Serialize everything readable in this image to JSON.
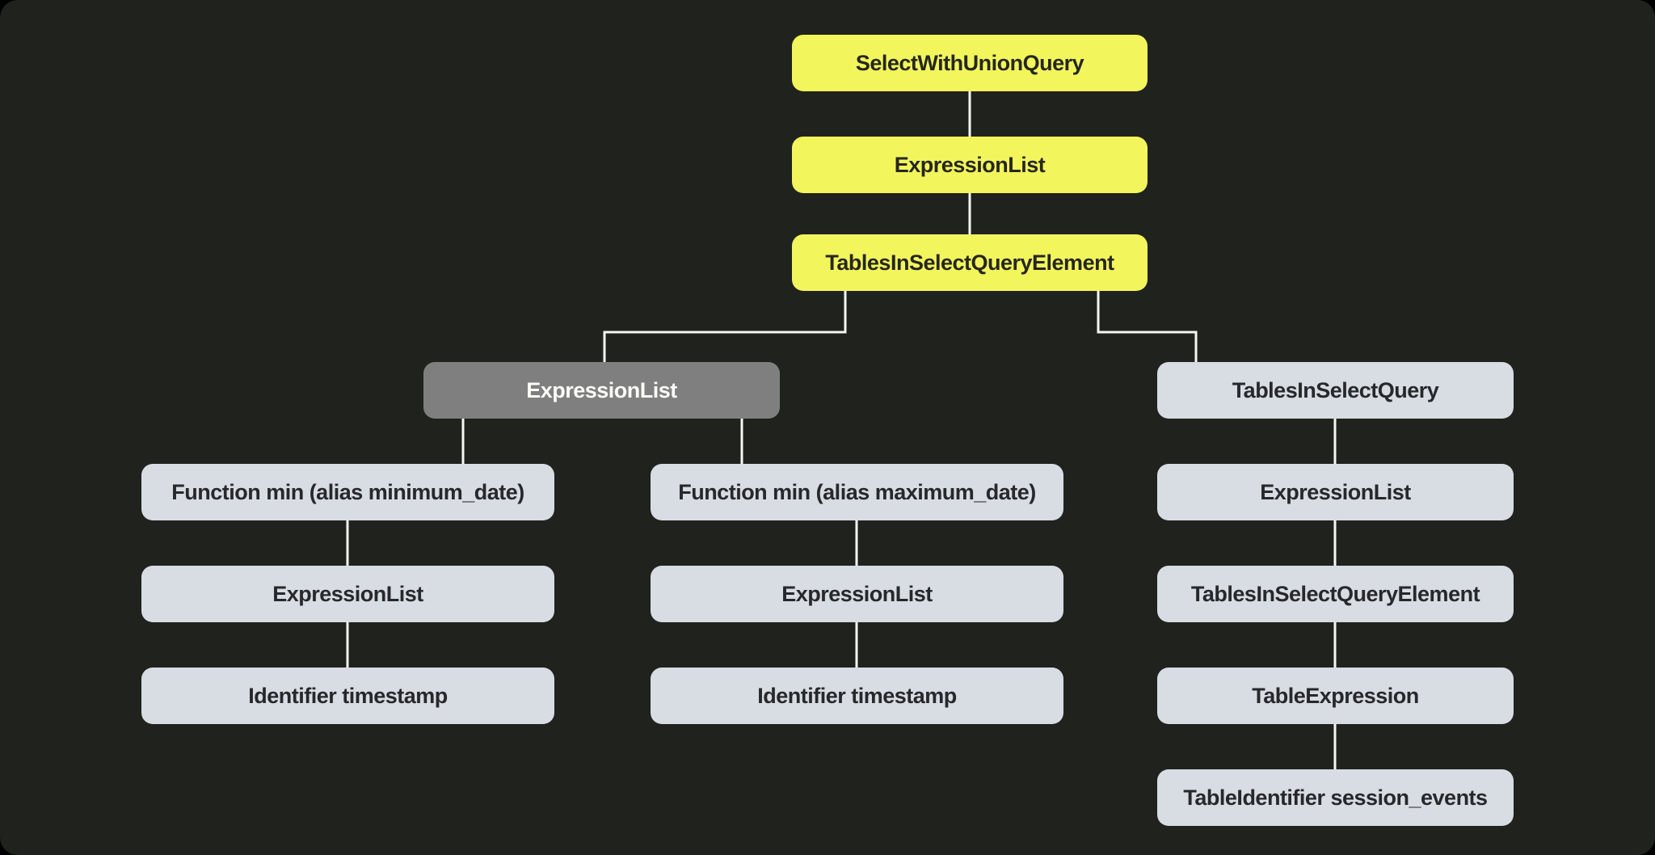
{
  "diagram": {
    "type": "tree",
    "description": "SQL abstract syntax tree visualization",
    "colors": {
      "background": "#20221d",
      "outside": "#000000",
      "node_primary": "#f2f65c",
      "node_selected": "#7f7f7f",
      "node_default": "#d8dce3",
      "text_dark": "#26282b",
      "text_light": "#fbfbf9",
      "connector": "#f6f6f2"
    }
  },
  "nodes": [
    {
      "id": 0,
      "label": "SelectWithUnionQuery",
      "variant": "primary"
    },
    {
      "id": 1,
      "label": "ExpressionList",
      "variant": "primary"
    },
    {
      "id": 2,
      "label": "TablesInSelectQueryElement",
      "variant": "primary"
    },
    {
      "id": 3,
      "label": "ExpressionList",
      "variant": "selected"
    },
    {
      "id": 4,
      "label": "TablesInSelectQuery",
      "variant": "default"
    },
    {
      "id": 5,
      "label": "Function min (alias minimum_date)",
      "variant": "default"
    },
    {
      "id": 6,
      "label": "Function min (alias maximum_date)",
      "variant": "default"
    },
    {
      "id": 7,
      "label": "ExpressionList",
      "variant": "default"
    },
    {
      "id": 8,
      "label": "ExpressionList",
      "variant": "default"
    },
    {
      "id": 9,
      "label": "Identifier timestamp",
      "variant": "default"
    },
    {
      "id": 10,
      "label": "Identifier timestamp",
      "variant": "default"
    },
    {
      "id": 11,
      "label": "ExpressionList",
      "variant": "default"
    },
    {
      "id": 12,
      "label": "TablesInSelectQueryElement",
      "variant": "default"
    },
    {
      "id": 13,
      "label": "TableExpression",
      "variant": "default"
    },
    {
      "id": 14,
      "label": "TableIdentifier session_events",
      "variant": "default"
    }
  ],
  "edges": [
    [
      0,
      1
    ],
    [
      1,
      2
    ],
    [
      2,
      3
    ],
    [
      2,
      4
    ],
    [
      3,
      5
    ],
    [
      3,
      6
    ],
    [
      5,
      7
    ],
    [
      7,
      9
    ],
    [
      6,
      8
    ],
    [
      8,
      10
    ],
    [
      4,
      11
    ],
    [
      11,
      12
    ],
    [
      12,
      13
    ],
    [
      13,
      14
    ]
  ]
}
